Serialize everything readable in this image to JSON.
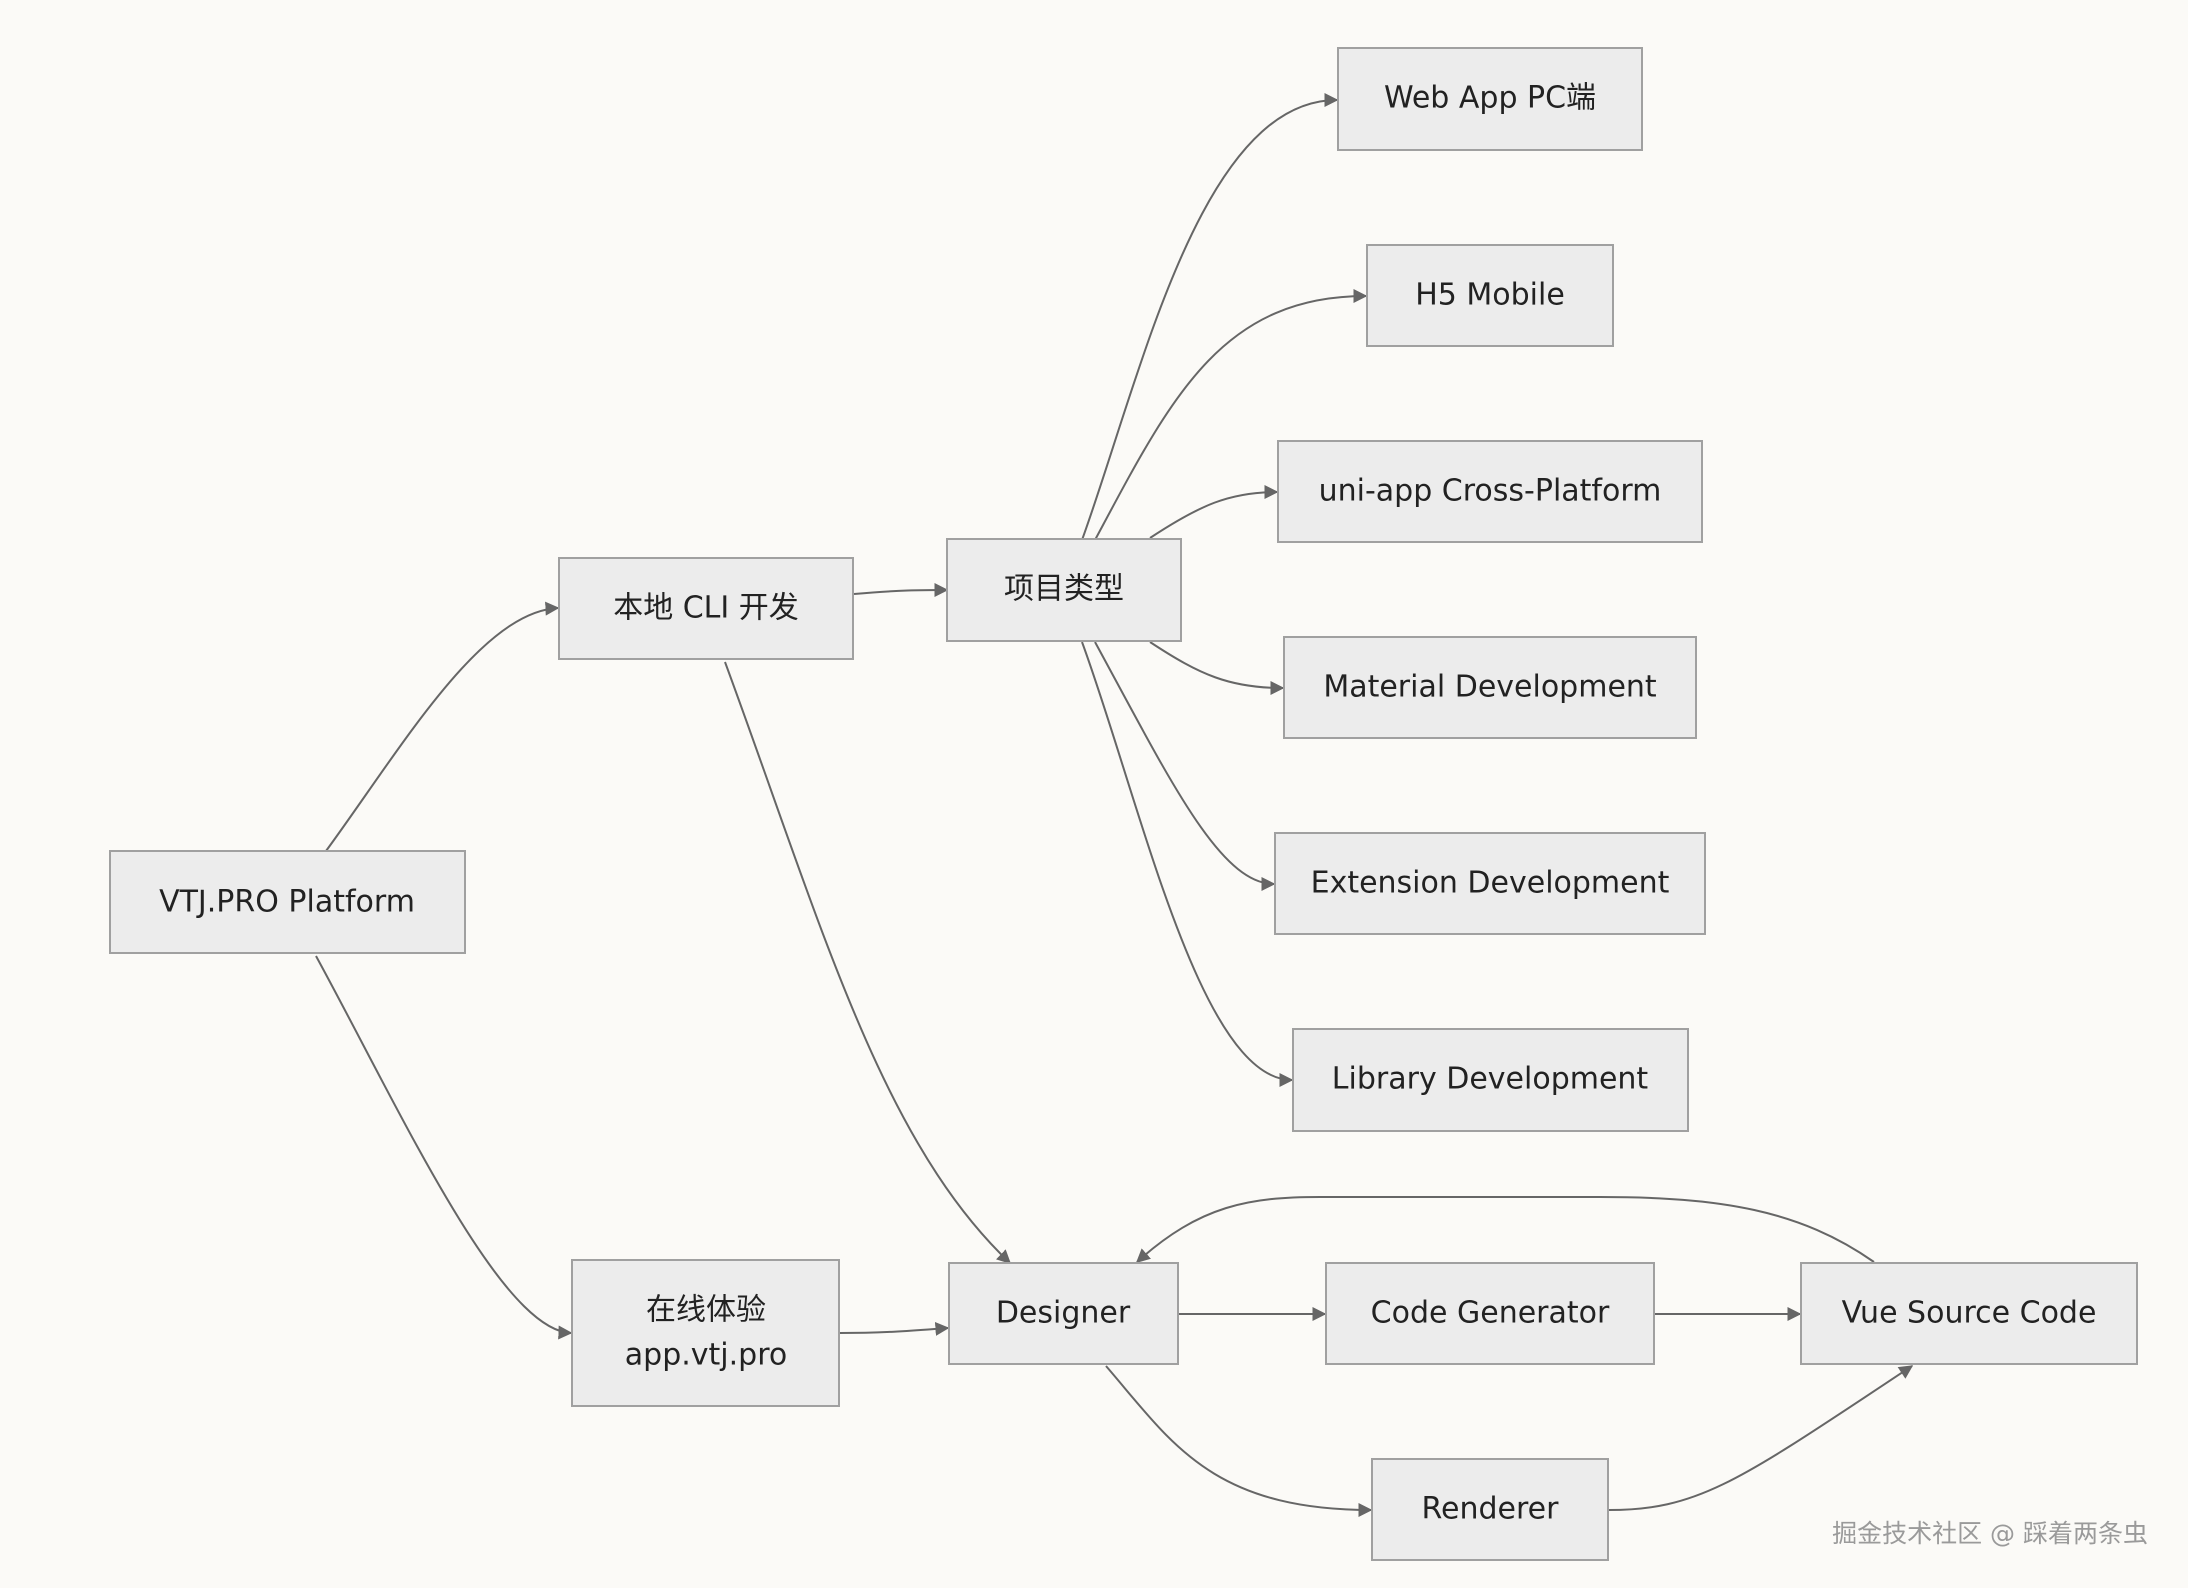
{
  "diagram": {
    "colors": {
      "background": "#fbfaf7",
      "node_fill": "#ececec",
      "node_stroke": "#a0a0a0",
      "edge": "#666666",
      "text": "#222222",
      "watermark": "#9a9a9a"
    },
    "nodes": {
      "platform": {
        "label": "VTJ.PRO Platform"
      },
      "cli": {
        "label": "本地 CLI 开发"
      },
      "online": {
        "line1": "在线体验",
        "line2": "app.vtj.pro"
      },
      "project_types": {
        "label": "项目类型"
      },
      "web_app": {
        "label": "Web App PC端"
      },
      "h5": {
        "label": "H5 Mobile"
      },
      "uniapp": {
        "label": "uni-app Cross-Platform"
      },
      "material": {
        "label": "Material Development"
      },
      "extension": {
        "label": "Extension Development"
      },
      "library": {
        "label": "Library Development"
      },
      "designer": {
        "label": "Designer"
      },
      "code_generator": {
        "label": "Code Generator"
      },
      "vue_source": {
        "label": "Vue Source Code"
      },
      "renderer": {
        "label": "Renderer"
      }
    },
    "edges": [
      {
        "from": "platform",
        "to": "cli"
      },
      {
        "from": "platform",
        "to": "online"
      },
      {
        "from": "cli",
        "to": "project_types"
      },
      {
        "from": "cli",
        "to": "designer"
      },
      {
        "from": "online",
        "to": "designer"
      },
      {
        "from": "project_types",
        "to": "web_app"
      },
      {
        "from": "project_types",
        "to": "h5"
      },
      {
        "from": "project_types",
        "to": "uniapp"
      },
      {
        "from": "project_types",
        "to": "material"
      },
      {
        "from": "project_types",
        "to": "extension"
      },
      {
        "from": "project_types",
        "to": "library"
      },
      {
        "from": "designer",
        "to": "code_generator"
      },
      {
        "from": "code_generator",
        "to": "vue_source"
      },
      {
        "from": "designer",
        "to": "renderer"
      },
      {
        "from": "renderer",
        "to": "vue_source"
      },
      {
        "from": "vue_source",
        "to": "designer"
      }
    ]
  },
  "watermark": "掘金技术社区 @ 踩着两条虫"
}
